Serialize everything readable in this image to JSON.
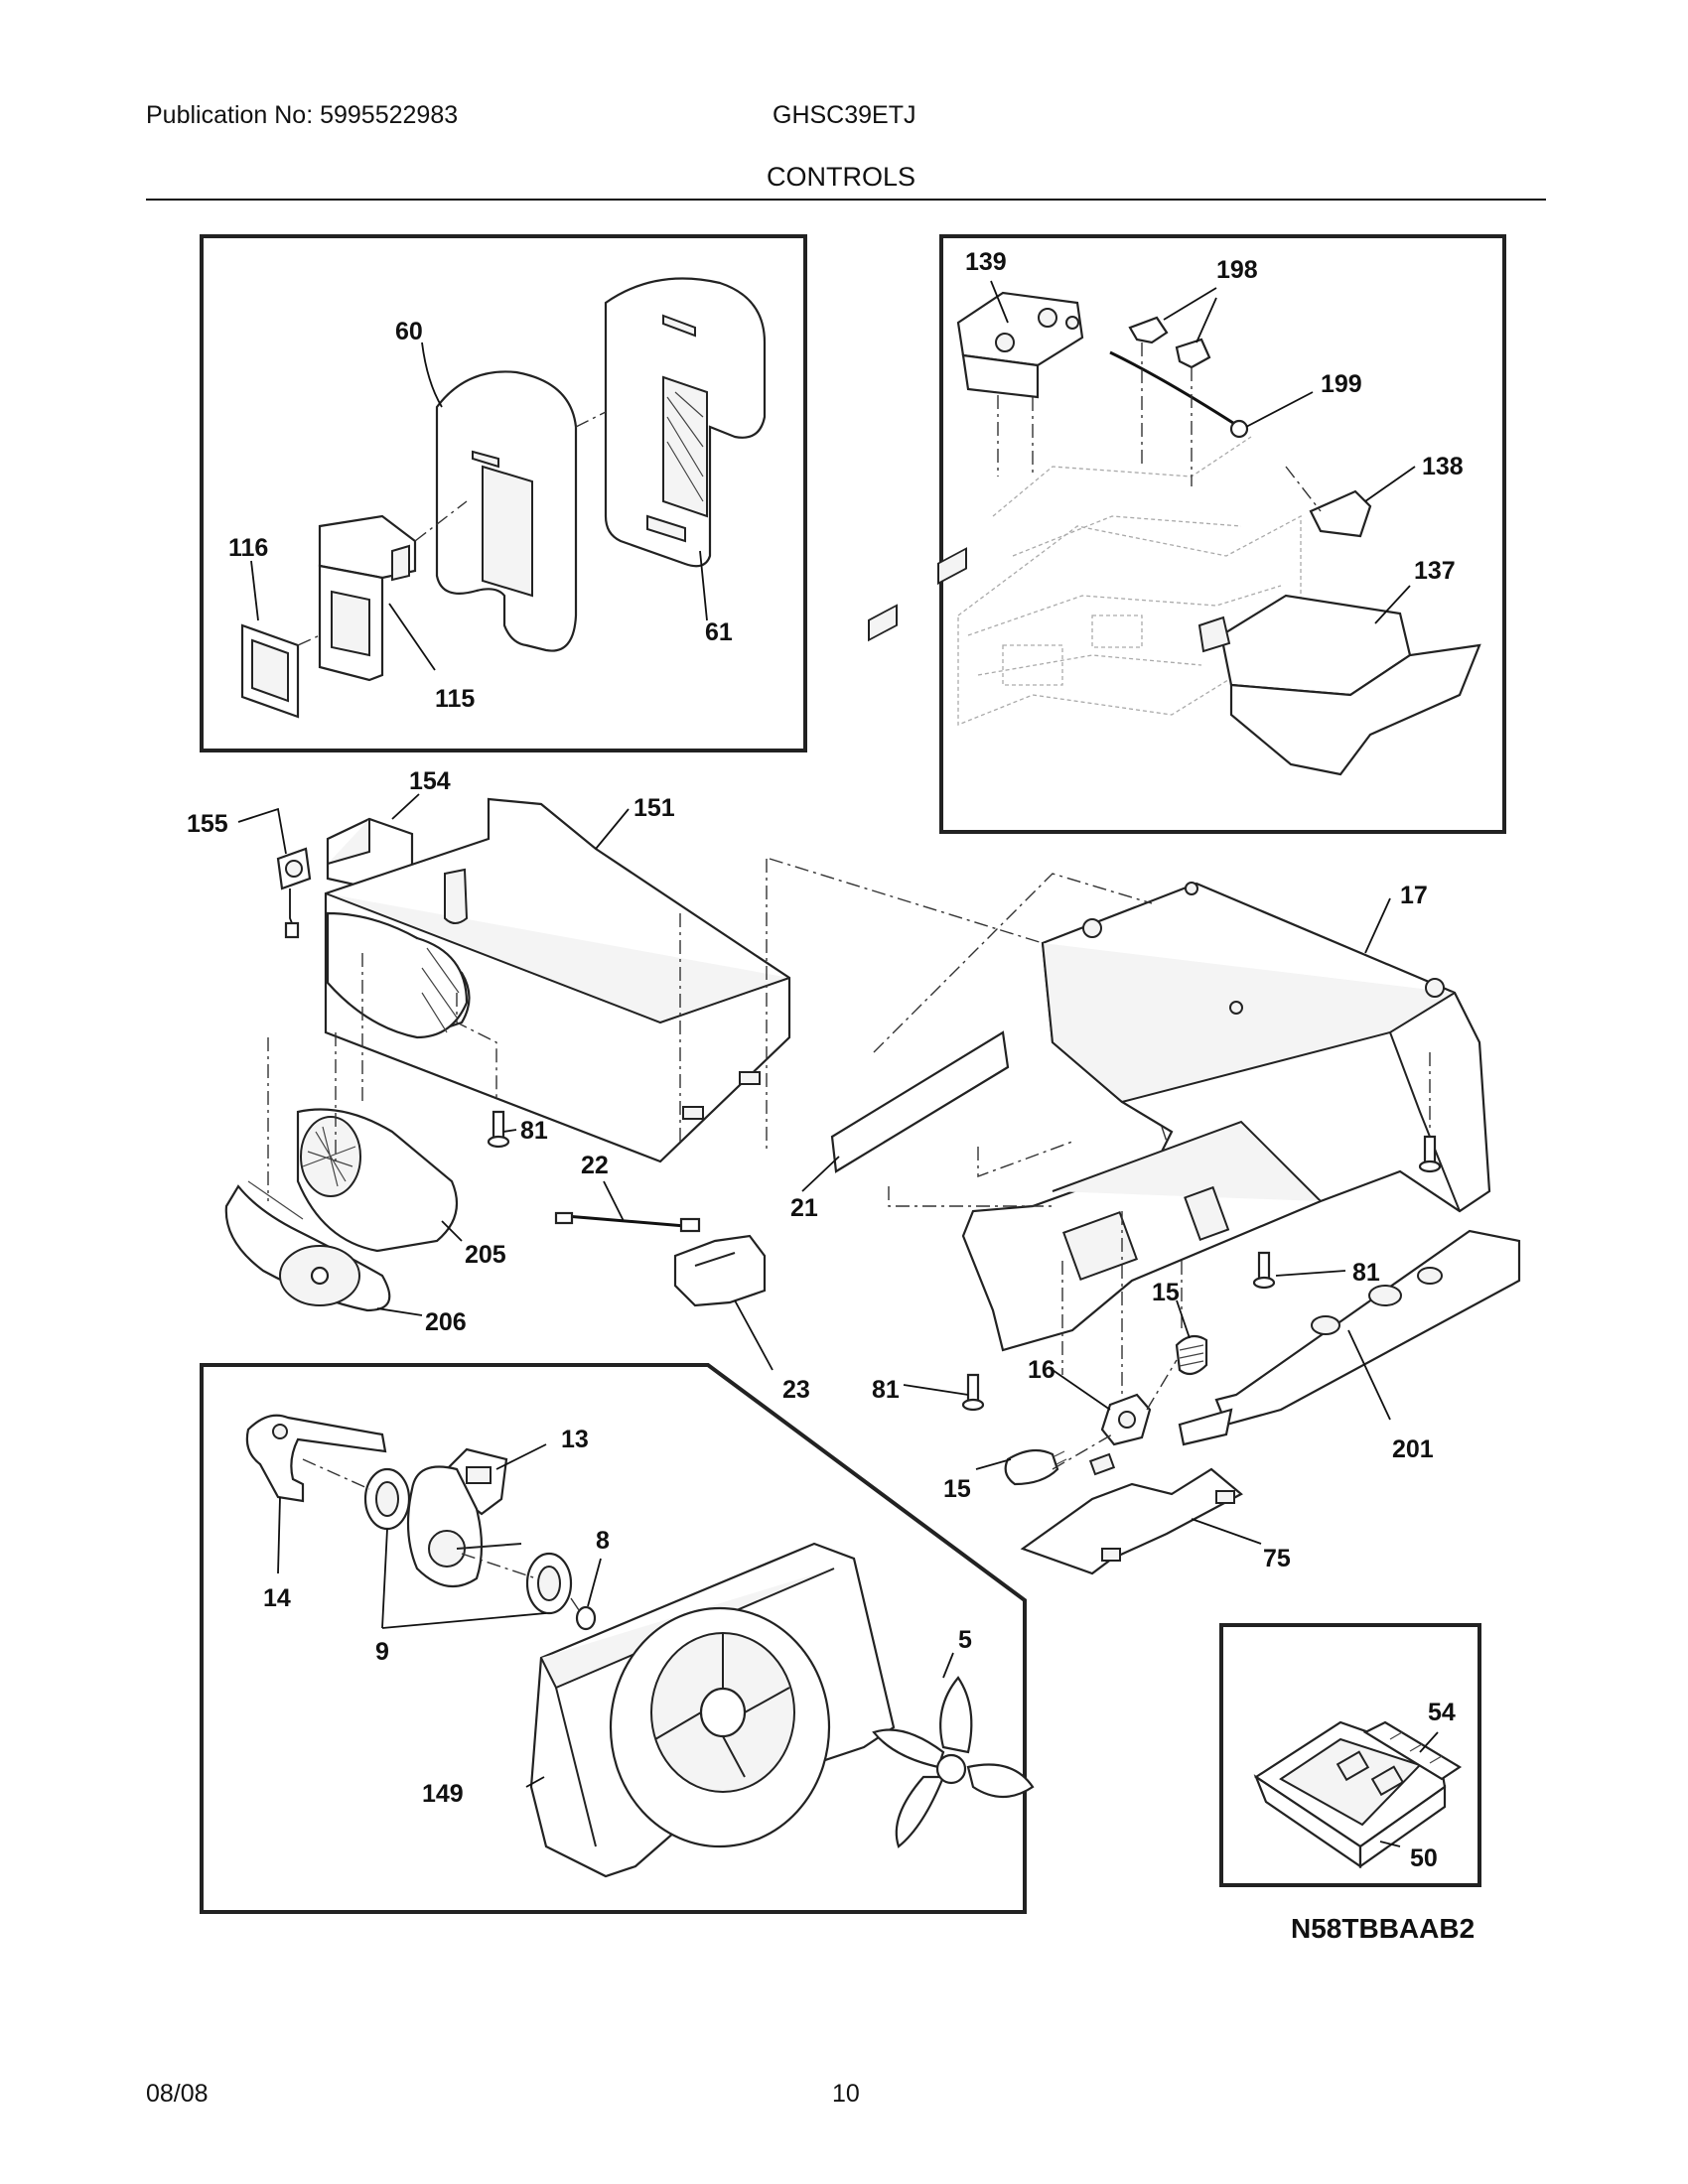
{
  "header": {
    "publication": "Publication No: 5995522983",
    "model": "GHSC39ETJ",
    "section_title": "CONTROLS"
  },
  "footer": {
    "date": "08/08",
    "page": "10"
  },
  "diagram_code": "N58TBBAAB2",
  "callouts": {
    "c60": "60",
    "c61": "61",
    "c116": "116",
    "c115": "115",
    "c139": "139",
    "c198": "198",
    "c199": "199",
    "c138": "138",
    "c137": "137",
    "c155": "155",
    "c154": "154",
    "c151": "151",
    "c17": "17",
    "c81a": "81",
    "c81b": "81",
    "c81c": "81",
    "c22": "22",
    "c21": "21",
    "c205": "205",
    "c206": "206",
    "c23": "23",
    "c15a": "15",
    "c15b": "15",
    "c16": "16",
    "c201": "201",
    "c75": "75",
    "c13": "13",
    "c14": "14",
    "c9": "9",
    "c8": "8",
    "c5": "5",
    "c149": "149",
    "c54": "54",
    "c50": "50"
  }
}
